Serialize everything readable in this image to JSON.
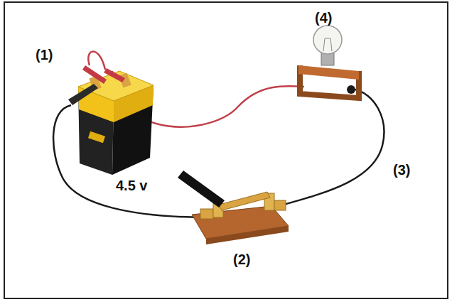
{
  "diagram": {
    "labels": [
      "(1)",
      "(4)",
      "4.5 v",
      "(3)",
      "(2)"
    ]
  }
}
